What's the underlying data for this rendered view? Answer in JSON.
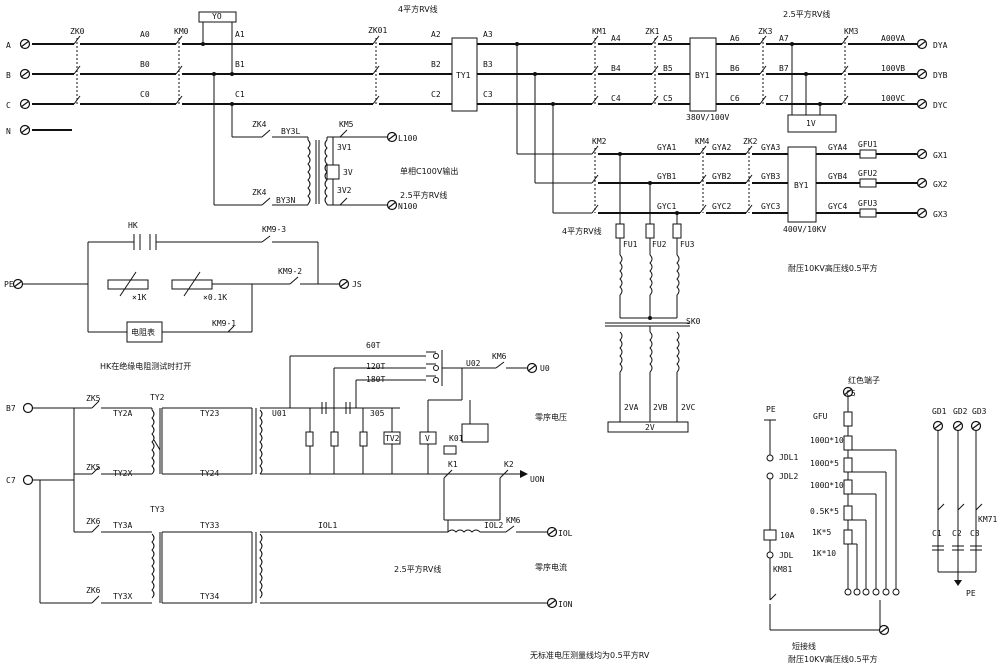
{
  "labels": [
    {
      "id": "lbl-a",
      "text": "A"
    },
    {
      "id": "lbl-b",
      "text": "B"
    },
    {
      "id": "lbl-c",
      "text": "C"
    },
    {
      "id": "lbl-n",
      "text": "N"
    },
    {
      "id": "lbl-zk0",
      "text": "ZK0"
    },
    {
      "id": "lbl-a0",
      "text": "A0"
    },
    {
      "id": "lbl-b0",
      "text": "B0"
    },
    {
      "id": "lbl-c0",
      "text": "C0"
    },
    {
      "id": "lbl-km0",
      "text": "KM0"
    },
    {
      "id": "lbl-yo",
      "text": "YO"
    },
    {
      "id": "lbl-a1",
      "text": "A1"
    },
    {
      "id": "lbl-b1",
      "text": "B1"
    },
    {
      "id": "lbl-c1",
      "text": "C1"
    },
    {
      "id": "lbl-4rv-top",
      "text": "4平方RV线"
    },
    {
      "id": "lbl-zk01",
      "text": "ZK01"
    },
    {
      "id": "lbl-a2",
      "text": "A2"
    },
    {
      "id": "lbl-b2",
      "text": "B2"
    },
    {
      "id": "lbl-c2",
      "text": "C2"
    },
    {
      "id": "lbl-ty1",
      "text": "TY1"
    },
    {
      "id": "lbl-a3",
      "text": "A3"
    },
    {
      "id": "lbl-b3",
      "text": "B3"
    },
    {
      "id": "lbl-c3",
      "text": "C3"
    },
    {
      "id": "lbl-km1",
      "text": "KM1"
    },
    {
      "id": "lbl-a4",
      "text": "A4"
    },
    {
      "id": "lbl-b4",
      "text": "B4"
    },
    {
      "id": "lbl-c4",
      "text": "C4"
    },
    {
      "id": "lbl-zk1",
      "text": "ZK1"
    },
    {
      "id": "lbl-a5",
      "text": "A5"
    },
    {
      "id": "lbl-b5",
      "text": "B5"
    },
    {
      "id": "lbl-c5",
      "text": "C5"
    },
    {
      "id": "lbl-by1-top",
      "text": "BY1"
    },
    {
      "id": "lbl-380v",
      "text": "380V/100V"
    },
    {
      "id": "lbl-a6",
      "text": "A6"
    },
    {
      "id": "lbl-b6",
      "text": "B6"
    },
    {
      "id": "lbl-c6",
      "text": "C6"
    },
    {
      "id": "lbl-25rv-top",
      "text": "2.5平方RV线"
    },
    {
      "id": "lbl-zk3",
      "text": "ZK3"
    },
    {
      "id": "lbl-a7",
      "text": "A7"
    },
    {
      "id": "lbl-b7",
      "text": "B7"
    },
    {
      "id": "lbl-c7",
      "text": "C7"
    },
    {
      "id": "lbl-km3",
      "text": "KM3"
    },
    {
      "id": "lbl-a00va",
      "text": "A00VA"
    },
    {
      "id": "lbl-100vb",
      "text": "100VB"
    },
    {
      "id": "lbl-100vc",
      "text": "100VC"
    },
    {
      "id": "lbl-dya",
      "text": "DYA"
    },
    {
      "id": "lbl-dyb",
      "text": "DYB"
    },
    {
      "id": "lbl-dyc",
      "text": "DYC"
    },
    {
      "id": "lbl-1v",
      "text": "1V"
    },
    {
      "id": "lbl-zk4a",
      "text": "ZK4"
    },
    {
      "id": "lbl-by3l",
      "text": "BY3L"
    },
    {
      "id": "lbl-zk4b",
      "text": "ZK4"
    },
    {
      "id": "lbl-by3n",
      "text": "BY3N"
    },
    {
      "id": "lbl-km5",
      "text": "KM5"
    },
    {
      "id": "lbl-3v1",
      "text": "3V1"
    },
    {
      "id": "lbl-3v",
      "text": "3V"
    },
    {
      "id": "lbl-3v2",
      "text": "3V2"
    },
    {
      "id": "lbl-l100",
      "text": "L100"
    },
    {
      "id": "lbl-n100",
      "text": "N100"
    },
    {
      "id": "lbl-1ph",
      "text": "单相C100V输出"
    },
    {
      "id": "lbl-25rv-mid",
      "text": "2.5平方RV线"
    },
    {
      "id": "lbl-km2",
      "text": "KM2"
    },
    {
      "id": "lbl-gya1",
      "text": "GYA1"
    },
    {
      "id": "lbl-gyb1",
      "text": "GYB1"
    },
    {
      "id": "lbl-gyc1",
      "text": "GYC1"
    },
    {
      "id": "lbl-km4",
      "text": "KM4"
    },
    {
      "id": "lbl-gya2",
      "text": "GYA2"
    },
    {
      "id": "lbl-gyb2",
      "text": "GYB2"
    },
    {
      "id": "lbl-gyc2",
      "text": "GYC2"
    },
    {
      "id": "lbl-zk2",
      "text": "ZK2"
    },
    {
      "id": "lbl-gya3",
      "text": "GYA3"
    },
    {
      "id": "lbl-gyb3",
      "text": "GYB3"
    },
    {
      "id": "lbl-gyc3",
      "text": "GYC3"
    },
    {
      "id": "lbl-by1-low",
      "text": "BY1"
    },
    {
      "id": "lbl-400v",
      "text": "400V/10KV"
    },
    {
      "id": "lbl-gya4",
      "text": "GYA4"
    },
    {
      "id": "lbl-gyb4",
      "text": "GYB4"
    },
    {
      "id": "lbl-gyc4",
      "text": "GYC4"
    },
    {
      "id": "lbl-gfu1",
      "text": "GFU1"
    },
    {
      "id": "lbl-gfu2",
      "text": "GFU2"
    },
    {
      "id": "lbl-gfu3",
      "text": "GFU3"
    },
    {
      "id": "lbl-gx1",
      "text": "GX1"
    },
    {
      "id": "lbl-gx2",
      "text": "GX2"
    },
    {
      "id": "lbl-gx3",
      "text": "GX3"
    },
    {
      "id": "lbl-hv-wire",
      "text": "耐压10KV高压线0.5平方"
    },
    {
      "id": "lbl-4rv-mid",
      "text": "4平方RV线"
    },
    {
      "id": "lbl-fu1",
      "text": "FU1"
    },
    {
      "id": "lbl-fu2",
      "text": "FU2"
    },
    {
      "id": "lbl-fu3",
      "text": "FU3"
    },
    {
      "id": "lbl-sk0",
      "text": "SK0"
    },
    {
      "id": "lbl-2va",
      "text": "2VA"
    },
    {
      "id": "lbl-2vb",
      "text": "2VB"
    },
    {
      "id": "lbl-2vc",
      "text": "2VC"
    },
    {
      "id": "lbl-2v",
      "text": "2V"
    },
    {
      "id": "lbl-hk",
      "text": "HK"
    },
    {
      "id": "lbl-km9-3",
      "text": "KM9-3"
    },
    {
      "id": "lbl-pe",
      "text": "PE"
    },
    {
      "id": "lbl-x1k",
      "text": "×1K"
    },
    {
      "id": "lbl-x01k",
      "text": "×0.1K"
    },
    {
      "id": "lbl-km9-2",
      "text": "KM9-2"
    },
    {
      "id": "lbl-js",
      "text": "JS"
    },
    {
      "id": "lbl-resbox",
      "text": "电阻表"
    },
    {
      "id": "lbl-km9-1",
      "text": "KM9-1"
    },
    {
      "id": "lbl-hk-note",
      "text": "HK在绝缘电阻测试时打开"
    },
    {
      "id": "lbl-60t",
      "text": "60T"
    },
    {
      "id": "lbl-120t",
      "text": "120T"
    },
    {
      "id": "lbl-180t",
      "text": "180T"
    },
    {
      "id": "lbl-u02",
      "text": "U02"
    },
    {
      "id": "lbl-km6a",
      "text": "KM6"
    },
    {
      "id": "lbl-u0",
      "text": "U0"
    },
    {
      "id": "lbl-b7-term",
      "text": "B7"
    },
    {
      "id": "lbl-zk5a",
      "text": "ZK5"
    },
    {
      "id": "lbl-ty2",
      "text": "TY2"
    },
    {
      "id": "lbl-ty2a",
      "text": "TY2A"
    },
    {
      "id": "lbl-ty23",
      "text": "TY23"
    },
    {
      "id": "lbl-u01",
      "text": "U01"
    },
    {
      "id": "lbl-305",
      "text": "305"
    },
    {
      "id": "lbl-tv2",
      "text": "TV2"
    },
    {
      "id": "lbl-v",
      "text": "V"
    },
    {
      "id": "lbl-k01",
      "text": "K01"
    },
    {
      "id": "lbl-k1",
      "text": "K1"
    },
    {
      "id": "lbl-k2",
      "text": "K2"
    },
    {
      "id": "lbl-zero-v",
      "text": "零序电压"
    },
    {
      "id": "lbl-c7-term",
      "text": "C7"
    },
    {
      "id": "lbl-zk5b",
      "text": "ZK5"
    },
    {
      "id": "lbl-ty2x",
      "text": "TY2X"
    },
    {
      "id": "lbl-ty24",
      "text": "TY24"
    },
    {
      "id": "lbl-uon",
      "text": "UON"
    },
    {
      "id": "lbl-ty3",
      "text": "TY3"
    },
    {
      "id": "lbl-zk6a",
      "text": "ZK6"
    },
    {
      "id": "lbl-ty3a",
      "text": "TY3A"
    },
    {
      "id": "lbl-ty33",
      "text": "TY33"
    },
    {
      "id": "lbl-iol1",
      "text": "IOL1"
    },
    {
      "id": "lbl-iol2",
      "text": "IOL2"
    },
    {
      "id": "lbl-km6b",
      "text": "KM6"
    },
    {
      "id": "lbl-iol",
      "text": "IOL"
    },
    {
      "id": "lbl-zero-i",
      "text": "零序电流"
    },
    {
      "id": "lbl-25rv-low",
      "text": "2.5平方RV线"
    },
    {
      "id": "lbl-zk6b",
      "text": "ZK6"
    },
    {
      "id": "lbl-ty3x",
      "text": "TY3X"
    },
    {
      "id": "lbl-ty34",
      "text": "TY34"
    },
    {
      "id": "lbl-ion",
      "text": "ION"
    },
    {
      "id": "lbl-std-note",
      "text": "无标准电压测量线均为0.5平方RV"
    },
    {
      "id": "lbl-pe2",
      "text": "PE"
    },
    {
      "id": "lbl-jdl1",
      "text": "JDL1"
    },
    {
      "id": "lbl-jdl2",
      "text": "JDL2"
    },
    {
      "id": "lbl-10a",
      "text": "10A"
    },
    {
      "id": "lbl-jdl",
      "text": "JDL"
    },
    {
      "id": "lbl-km81",
      "text": "KM81"
    },
    {
      "id": "lbl-red-term",
      "text": "红色端子"
    },
    {
      "id": "lbl-c5-term",
      "text": "C5"
    },
    {
      "id": "lbl-gfu",
      "text": "GFU"
    },
    {
      "id": "lbl-r100x10a",
      "text": "100Ω*10"
    },
    {
      "id": "lbl-r100x5",
      "text": "100Ω*5"
    },
    {
      "id": "lbl-r100x10b",
      "text": "100Ω*10"
    },
    {
      "id": "lbl-r05kx5",
      "text": "0.5K*5"
    },
    {
      "id": "lbl-r1kx5",
      "text": "1K*5"
    },
    {
      "id": "lbl-r1kx10",
      "text": "1K*10"
    },
    {
      "id": "lbl-gd1",
      "text": "GD1"
    },
    {
      "id": "lbl-gd2",
      "text": "GD2"
    },
    {
      "id": "lbl-gd3",
      "text": "GD3"
    },
    {
      "id": "lbl-km71",
      "text": "KM71"
    },
    {
      "id": "lbl-c1cap",
      "text": "C1"
    },
    {
      "id": "lbl-c2cap",
      "text": "C2"
    },
    {
      "id": "lbl-c3cap",
      "text": "C3"
    },
    {
      "id": "lbl-pe3",
      "text": "PE"
    },
    {
      "id": "lbl-short",
      "text": "短接线"
    },
    {
      "id": "lbl-hv-wire2",
      "text": "耐压10KV高压线0.5平方"
    }
  ]
}
